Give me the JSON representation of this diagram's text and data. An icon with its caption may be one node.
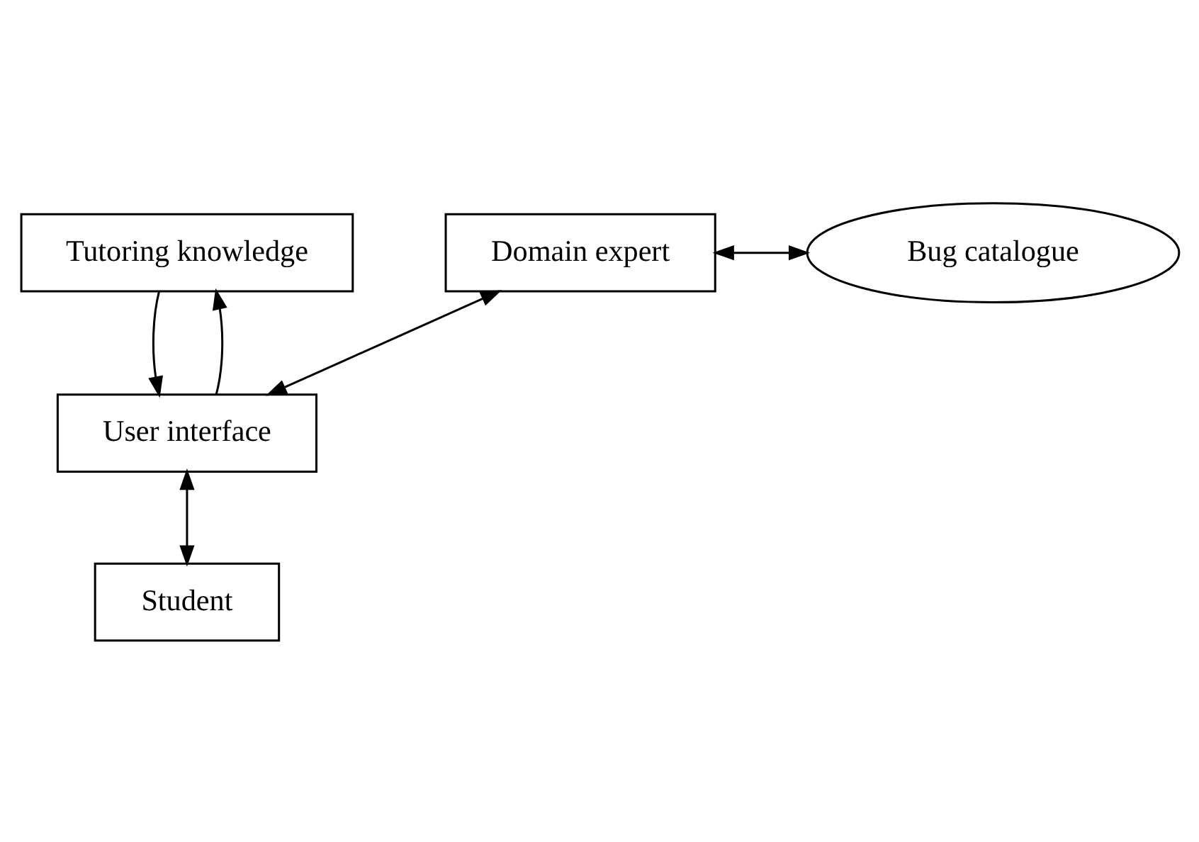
{
  "diagram": {
    "nodes": [
      {
        "text": [
          "Tutoring knowledge"
        ]
      },
      {
        "text": [
          "Domain expert"
        ]
      },
      {
        "text": [
          "Bug catalogue"
        ]
      },
      {
        "text": [
          "User interface"
        ]
      },
      {
        "text": [
          "Student"
        ]
      }
    ],
    "edges": [
      {
        "from": 3,
        "to": 0,
        "arrow": "to"
      },
      {
        "from": 0,
        "to": 3,
        "arrow": "to"
      },
      {
        "from": 1,
        "to": 2,
        "arrow": "both"
      },
      {
        "from": 1,
        "to": 3,
        "arrow": "both"
      },
      {
        "from": 3,
        "to": 4,
        "arrow": "both"
      }
    ]
  }
}
